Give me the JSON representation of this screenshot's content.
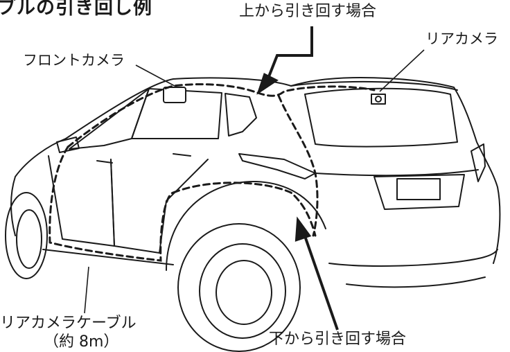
{
  "diagram": {
    "title_partial": "ブルの引き回し例",
    "route_top": "上から引き回す場合",
    "route_bottom": "下から引き回す場合",
    "front_camera": "フロントカメラ",
    "rear_camera": "リアカメラ",
    "cable_label": "リアカメラケーブル",
    "cable_length": "（約 8m）"
  },
  "colors": {
    "line": "#1a1a1a",
    "background": "#ffffff"
  }
}
